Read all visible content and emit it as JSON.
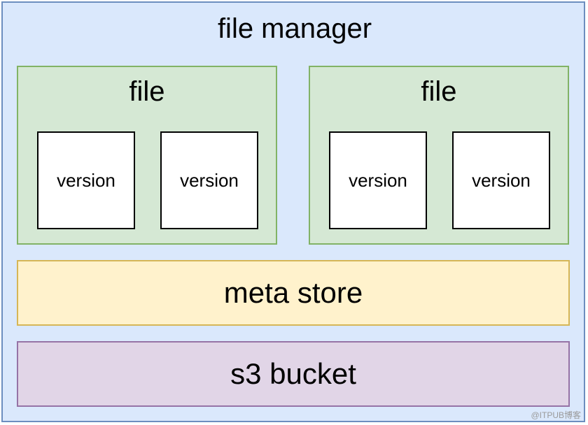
{
  "file_manager": {
    "title": "file manager",
    "files": [
      {
        "title": "file",
        "versions": [
          "version",
          "version"
        ]
      },
      {
        "title": "file",
        "versions": [
          "version",
          "version"
        ]
      }
    ]
  },
  "meta_store": {
    "label": "meta store"
  },
  "s3_bucket": {
    "label": "s3 bucket"
  },
  "watermark": "@ITPUB博客"
}
